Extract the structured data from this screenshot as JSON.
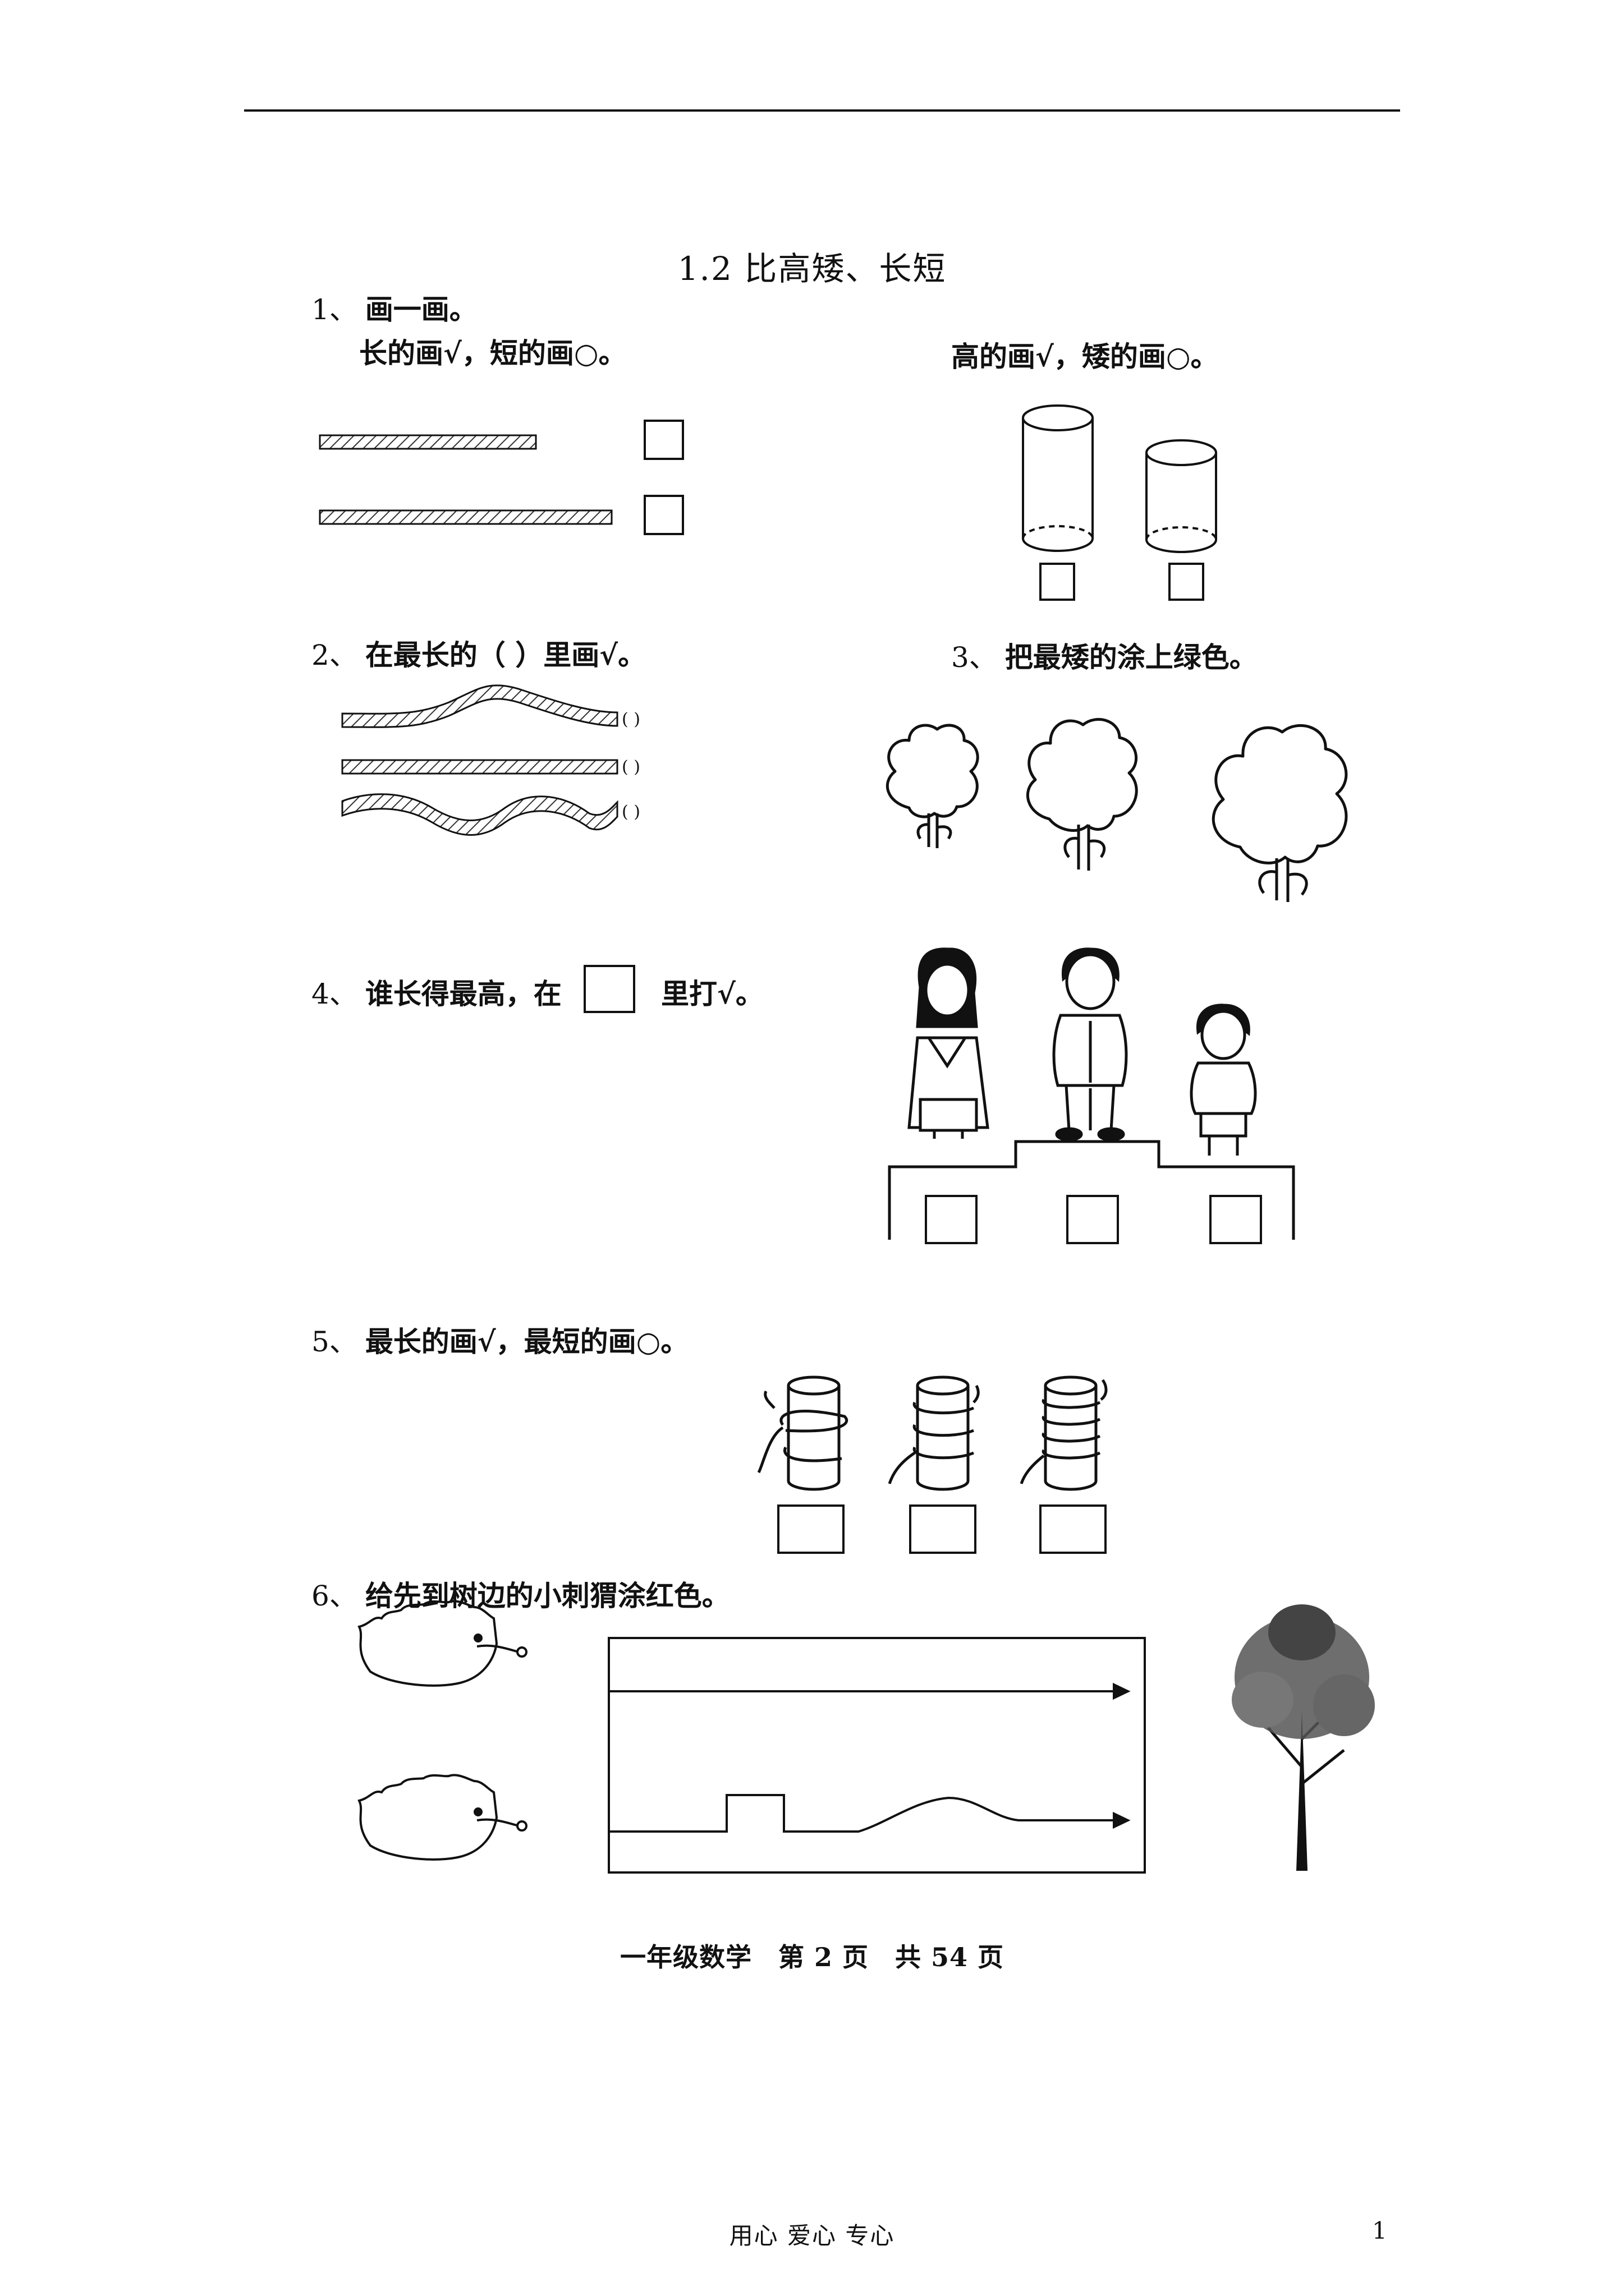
{
  "page": {
    "title": "1.2 比高矮、长短",
    "footer": "一年级数学　第 2 页　共 54 页",
    "motto": "用心  爱心  专心",
    "page_number": "1"
  },
  "q1": {
    "number": "1、",
    "label": "画一画。",
    "left_instruction": "长的画√，短的画○。",
    "right_instruction": "高的画√，矮的画○。"
  },
  "q2": {
    "number": "2、",
    "label": "在最长的（ ）里画√。",
    "paren": "(      )"
  },
  "q3": {
    "number": "3、",
    "label": "把最矮的涂上绿色。"
  },
  "q4": {
    "number": "4、",
    "label_before": "谁长得最高，在",
    "label_after": "里打√。"
  },
  "q5": {
    "number": "5、",
    "label": "最长的画√，最短的画○。"
  },
  "q6": {
    "number": "6、",
    "label": "给先到树边的小刺猬涂红色。"
  },
  "colors": {
    "ink": "#111111",
    "hatch": "#333333",
    "tree_foliage": "#555555"
  }
}
